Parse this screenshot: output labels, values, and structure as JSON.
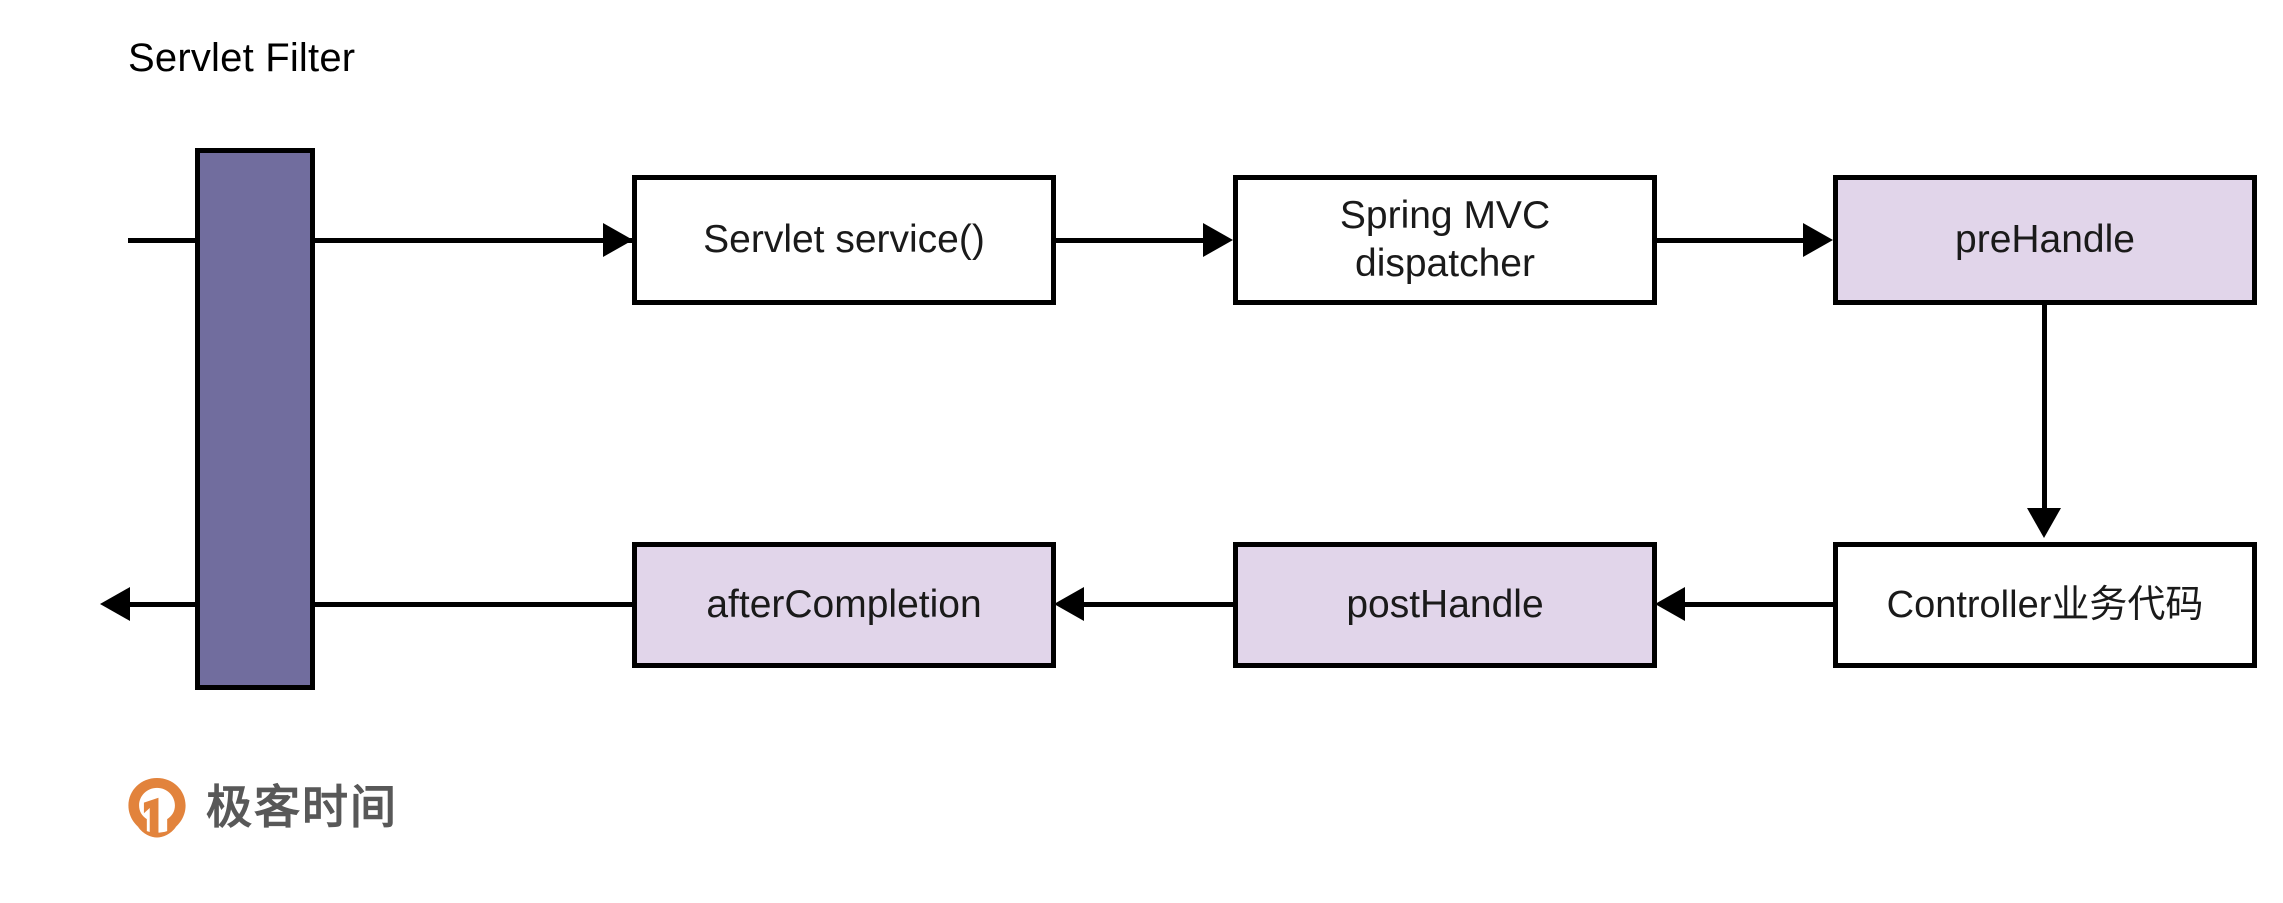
{
  "diagram": {
    "title": "Servlet Filter",
    "colors": {
      "filter_bar_fill": "#716D9E",
      "interceptor_fill": "#E1D5EA",
      "plain_fill": "#FFFFFF",
      "stroke": "#000000",
      "brand_orange": "#E2833C",
      "brand_text_gray": "#585858"
    },
    "filter_bar": {
      "name": "Servlet Filter bar",
      "fill": "#716D9E"
    },
    "nodes": [
      {
        "id": "servlet-service",
        "label": "Servlet service()",
        "fill": "plain",
        "row": "top"
      },
      {
        "id": "spring-mvc",
        "label": "Spring MVC\ndispatcher",
        "fill": "plain",
        "row": "top"
      },
      {
        "id": "prehandle",
        "label": "preHandle",
        "fill": "interceptor",
        "row": "top"
      },
      {
        "id": "aftercompletion",
        "label": "afterCompletion",
        "fill": "interceptor",
        "row": "bottom"
      },
      {
        "id": "posthandle",
        "label": "postHandle",
        "fill": "interceptor",
        "row": "bottom"
      },
      {
        "id": "controller",
        "label": "Controller业务代码",
        "fill": "plain",
        "row": "bottom"
      }
    ],
    "edges": [
      {
        "from": "request-in",
        "to": "servlet-service",
        "direction": "right"
      },
      {
        "from": "servlet-service",
        "to": "spring-mvc",
        "direction": "right"
      },
      {
        "from": "spring-mvc",
        "to": "prehandle",
        "direction": "right"
      },
      {
        "from": "prehandle",
        "to": "controller",
        "direction": "down"
      },
      {
        "from": "controller",
        "to": "posthandle",
        "direction": "left"
      },
      {
        "from": "posthandle",
        "to": "aftercompletion",
        "direction": "left"
      },
      {
        "from": "aftercompletion",
        "to": "response-out",
        "direction": "left"
      }
    ]
  },
  "brand": {
    "name": "极客时间",
    "mark": "geektime-logo-icon"
  }
}
